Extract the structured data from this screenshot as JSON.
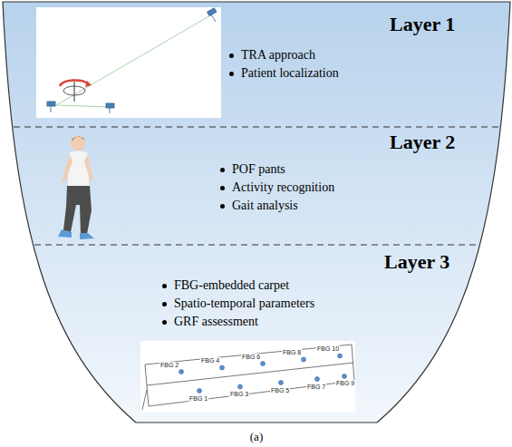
{
  "diagram": {
    "caption": "(a)",
    "nodes": [
      {
        "text": [
          "Layer 1",
          "TRA approach",
          "Patient localization"
        ]
      },
      {
        "text": [
          "Layer 2",
          "POF pants",
          "Activity recognition",
          "Gait analysis"
        ]
      },
      {
        "text": [
          "Layer 3",
          "FBG-embedded carpet",
          "Spatio-temporal parameters",
          "GRF assessment"
        ]
      }
    ],
    "labels": [
      "FBG 2",
      "FBG 4",
      "FBG 6",
      "FBG 8",
      "FBG 10",
      "FBG 1",
      "FBG 3",
      "FBG 5",
      "FBG 7",
      "FBG 9"
    ]
  }
}
